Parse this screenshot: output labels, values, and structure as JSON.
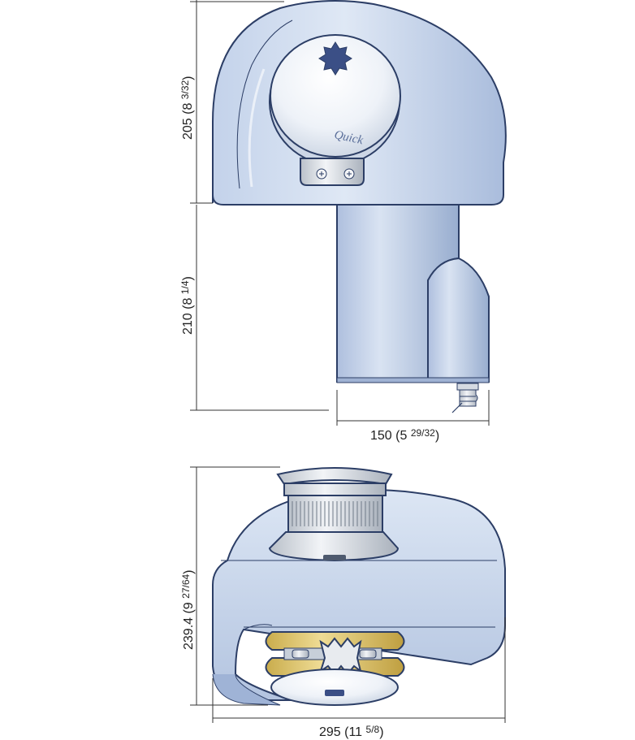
{
  "dimensions": {
    "top_height": {
      "main": "205 (8 ",
      "frac": "3/32",
      "tail": ")"
    },
    "stem_height": {
      "main": "210 (8 ",
      "frac": "1/4",
      "tail": ")"
    },
    "stem_width": {
      "main": "150 (5 ",
      "frac": "29/32",
      "tail": ")"
    },
    "plan_height": {
      "main": "239.4 (9 ",
      "frac": "27/64",
      "tail": ")"
    },
    "plan_width": {
      "main": "295 (11 ",
      "frac": "5/8",
      "tail": ")"
    }
  },
  "brand": {
    "logo_text": "Quick"
  },
  "colors": {
    "body_light": "#dfe8f5",
    "body_mid": "#b5c6e2",
    "body_dark": "#8fa6cc",
    "outline": "#2c3e66",
    "star": "#3b4f86",
    "gold": "#d9c06a",
    "silver": "#d8dde4"
  }
}
